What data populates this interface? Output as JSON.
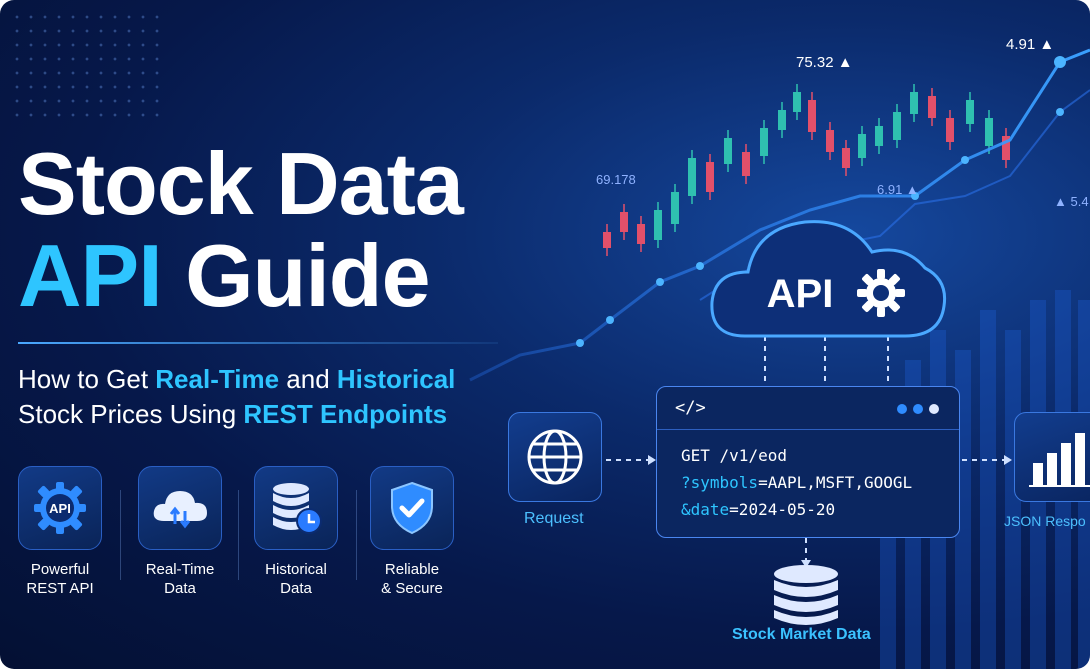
{
  "hero": {
    "title_line1": "Stock Data",
    "title_accent": "API",
    "title_rest": "Guide",
    "subtitle_pre1": "How to Get ",
    "subtitle_hl1": "Real-Time",
    "subtitle_mid": " and ",
    "subtitle_hl2": "Historical",
    "subtitle_pre2": "Stock Prices Using ",
    "subtitle_hl3": "REST Endpoints"
  },
  "features": [
    {
      "line1": "Powerful",
      "line2": "REST API",
      "icon": "api-gear-icon"
    },
    {
      "line1": "Real-Time",
      "line2": "Data",
      "icon": "cloud-sync-icon"
    },
    {
      "line1": "Historical",
      "line2": "Data",
      "icon": "database-clock-icon"
    },
    {
      "line1": "Reliable",
      "line2": "& Secure",
      "icon": "shield-check-icon"
    }
  ],
  "diagram": {
    "cloud_label": "API",
    "code_tag": "</>",
    "code_line1_verb": "GET",
    "code_line1_path": " /v1/eod",
    "code_line2_key": "?symbols",
    "code_line2_val": "=AAPL,MSFT,GOOGL",
    "code_line3_key": "&date",
    "code_line3_val": "=2024-05-20",
    "request_label": "Request",
    "response_label": "JSON Respo",
    "db_label": "Stock Market Data"
  },
  "tickers": {
    "t1": "75.32 ▲",
    "t2": "4.91 ▲",
    "t3": "69.178",
    "t4": "6.91 ▲",
    "t5": "▲ 5.4"
  },
  "colors": {
    "accent": "#2ec5ff",
    "bg_dark": "#041033",
    "candle_up": "#2fc0b0",
    "candle_down": "#e2506a"
  }
}
